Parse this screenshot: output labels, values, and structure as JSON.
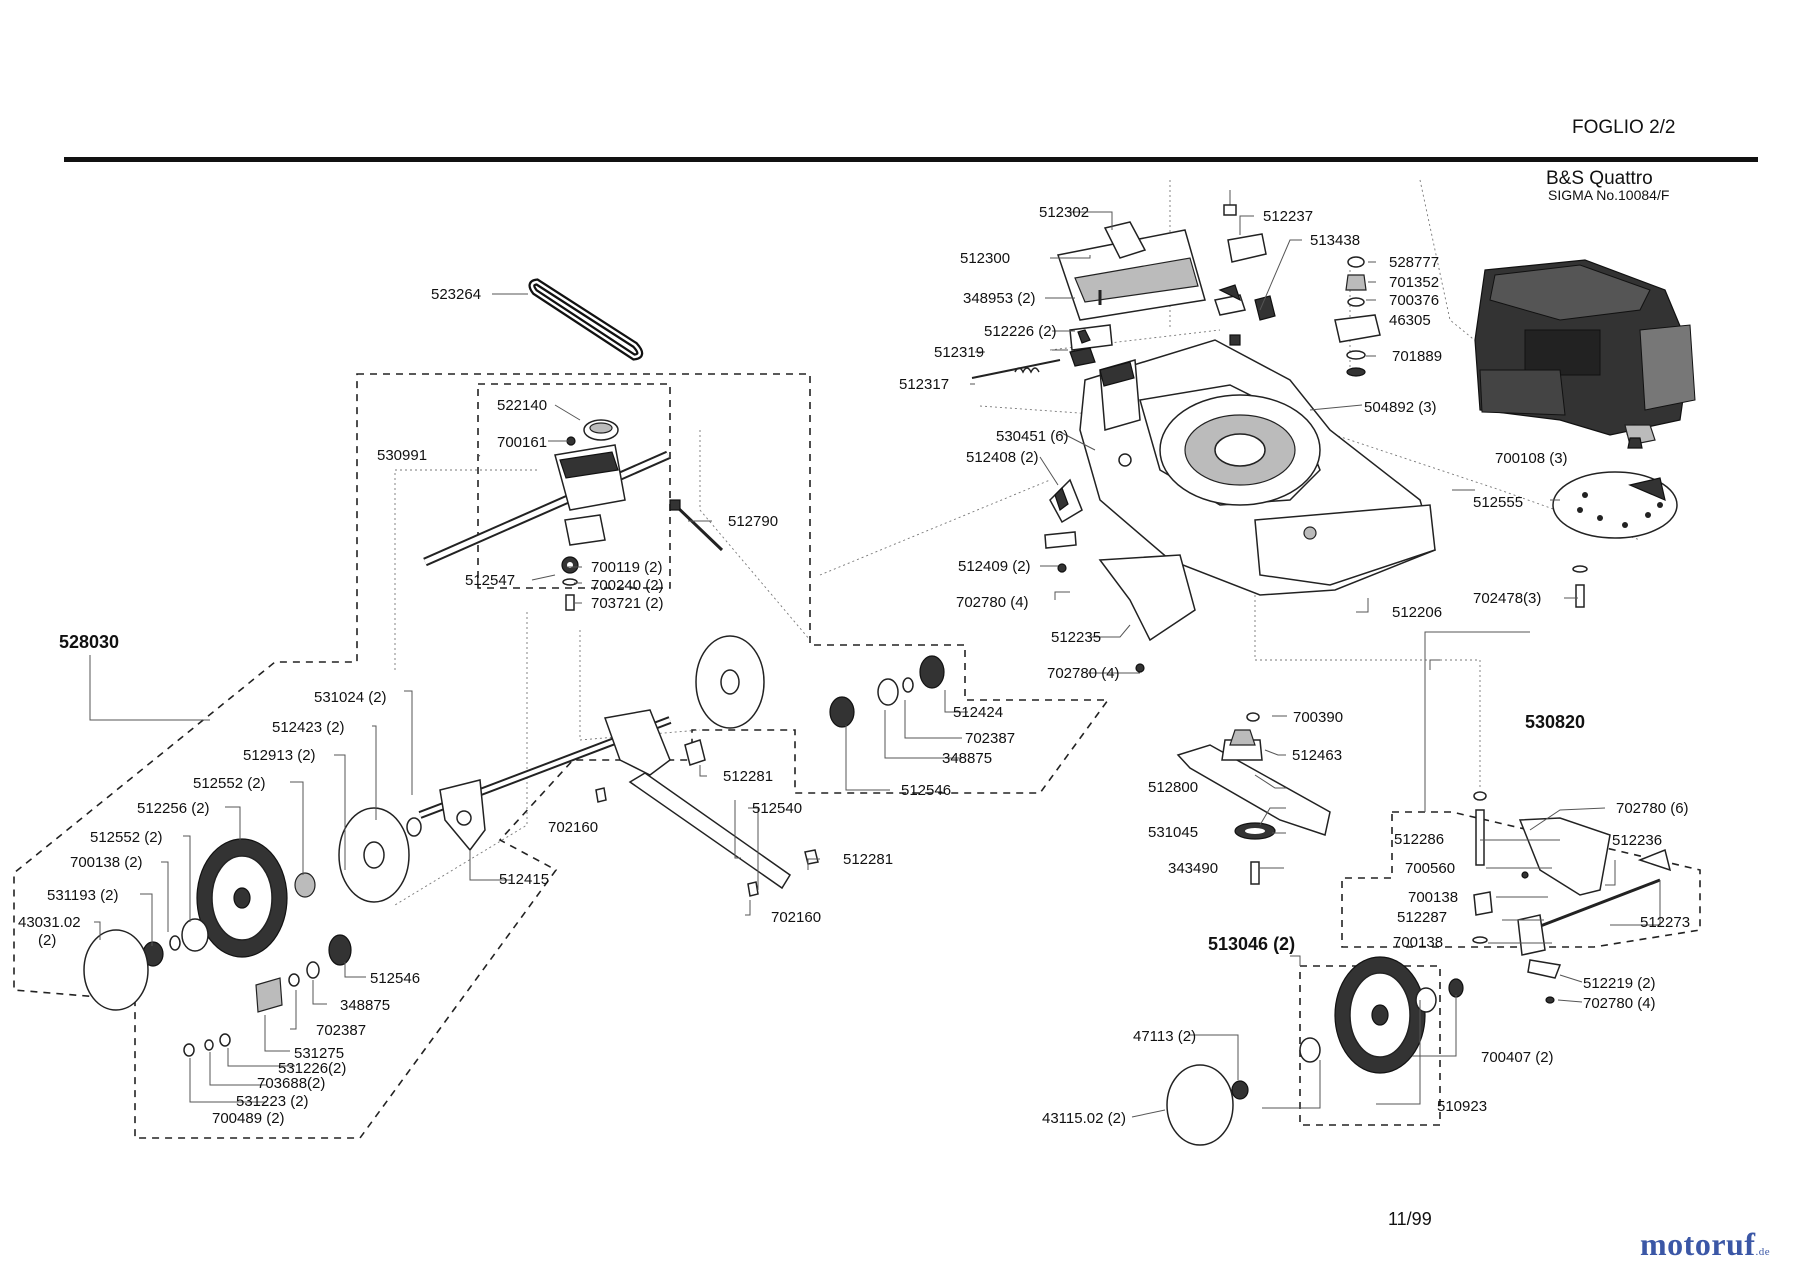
{
  "sheet": {
    "label": "FOGLIO 2/2",
    "date": "11/99",
    "engine_title": "B&S Quattro",
    "engine_subtitle": "SIGMA  No.10084/F"
  },
  "watermark": {
    "brand": "motoruf",
    "suffix": ".de"
  },
  "assemblies": [
    "528030",
    "530820",
    "513046 (2)"
  ],
  "parts": {
    "p523264": "523264",
    "p522140": "522140",
    "p700161": "700161",
    "p530991": "530991",
    "p512790": "512790",
    "p512547": "512547",
    "p700119": "700119 (2)",
    "p700240": "700240 (2)",
    "p703721": "703721 (2)",
    "p512302": "512302",
    "p512237": "512237",
    "p513438": "513438",
    "p512300": "512300",
    "p348953": "348953 (2)",
    "p512226": "512226 (2)",
    "p512319": "512319",
    "p512317": "512317",
    "p528777": "528777",
    "p701352": "701352",
    "p700376": "700376",
    "p46305": "46305",
    "p701889": "701889",
    "p504892": "504892 (3)",
    "p530451": "530451 (6)",
    "p512408": "512408 (2)",
    "p700108": "700108 (3)",
    "p512555": "512555",
    "p512409": "512409 (2)",
    "p702780a": "702780 (4)",
    "p512235": "512235",
    "p702780b": "702780 (4)",
    "p512206": "512206",
    "p702478": "702478(3)",
    "p531024": "531024 (2)",
    "p512423": "512423 (2)",
    "p512913": "512913 (2)",
    "p512552a": "512552 (2)",
    "p512256": "512256 (2)",
    "p512552b": "512552 (2)",
    "p700138a": "700138 (2)",
    "p531193": "531193 (2)",
    "p43031": "43031.02",
    "p43031b": "(2)",
    "p512424": "512424",
    "p702387a": "702387",
    "p348875a": "348875",
    "p512546a": "512546",
    "p512281a": "512281",
    "p512540": "512540",
    "p512281b": "512281",
    "p702160a": "702160",
    "p702160b": "702160",
    "p512415": "512415",
    "p512546b": "512546",
    "p348875b": "348875",
    "p702387b": "702387",
    "p531275": "531275",
    "p531226": "531226(2)",
    "p703688": "703688(2)",
    "p531223": "531223 (2)",
    "p700489": "700489 (2)",
    "p700390": "700390",
    "p512463": "512463",
    "p512800": "512800",
    "p531045": "531045",
    "p343490": "343490",
    "p702780c": "702780 (6)",
    "p512286": "512286",
    "p512236": "512236",
    "p700560": "700560",
    "p700138b": "700138",
    "p512287": "512287",
    "p512273": "512273",
    "p700138c": "700138",
    "p512219": "512219 (2)",
    "p702780d": "702780 (4)",
    "p47113": "47113 (2)",
    "p700407": "700407 (2)",
    "p43115": "43115.02  (2)",
    "p510923": "510923"
  }
}
